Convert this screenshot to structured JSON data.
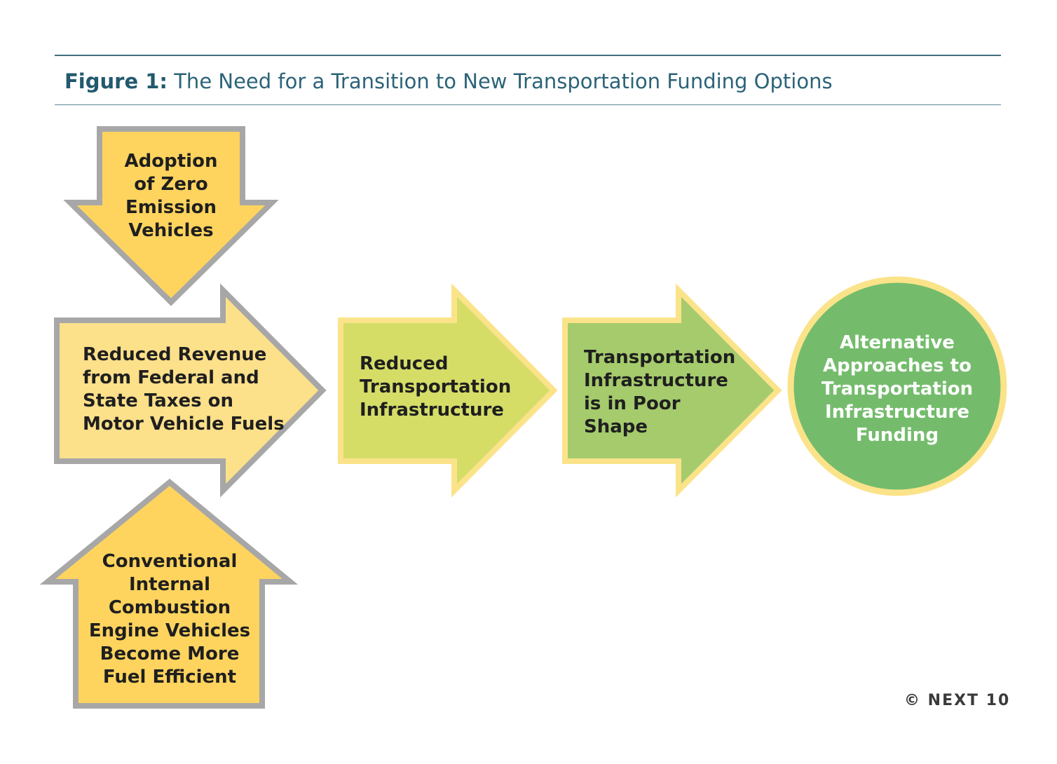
{
  "figure_title": {
    "label": "Figure 1:",
    "text": "The Need for a Transition to New Transportation Funding Options"
  },
  "nodes": {
    "zero_emission": {
      "lines": [
        "Adoption",
        "of Zero",
        "Emission",
        "Vehicles"
      ]
    },
    "reduced_revenue": {
      "lines": [
        "Reduced Revenue",
        "from Federal and",
        "State Taxes on",
        "Motor Vehicle Fuels"
      ]
    },
    "fuel_efficient": {
      "lines": [
        "Conventional",
        "Internal",
        "Combustion",
        "Engine Vehicles",
        "Become More",
        "Fuel Efficient"
      ]
    },
    "reduced_infrastructure": {
      "lines": [
        "Reduced",
        "Transportation",
        "Infrastructure"
      ]
    },
    "poor_shape": {
      "lines": [
        "Transportation",
        "Infrastructure",
        "is in Poor",
        "Shape"
      ]
    },
    "alternative_funding": {
      "lines": [
        "Alternative",
        "Approaches to",
        "Transportation",
        "Infrastructure",
        "Funding"
      ]
    }
  },
  "colors": {
    "rule": "#3f6f80",
    "title": "#2b6378",
    "gray_border": "#a7a7a7",
    "yellow_fill": "#ffd45e",
    "light_yellow_fill": "#fce08a",
    "lime_fill": "#d5dd67",
    "green_fill": "#a5cb6c",
    "circle_fill": "#74bc6c",
    "yellow_border": "#fbe38a",
    "dark_text": "#1f1f1f",
    "light_text": "#ffffff"
  },
  "copyright": "© NEXT 10"
}
